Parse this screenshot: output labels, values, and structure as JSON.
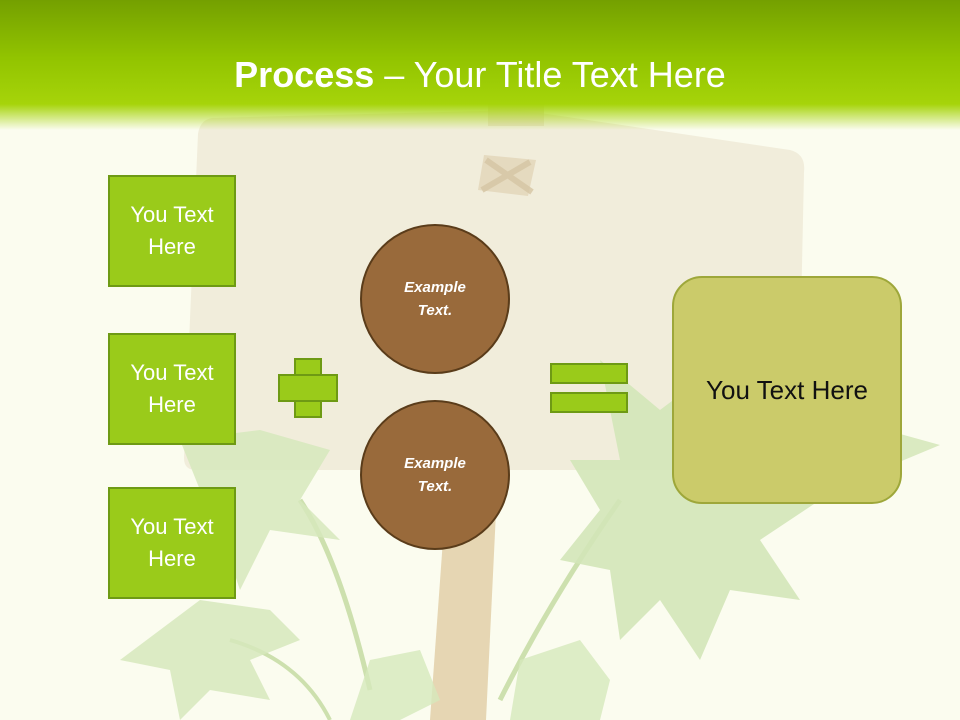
{
  "slide": {
    "title_bold": "Process",
    "title_rest": " – Your Title Text Here",
    "boxes": [
      {
        "line1": "You Text",
        "line2": "Here"
      },
      {
        "line1": "You Text",
        "line2": "Here"
      },
      {
        "line1": "You Text",
        "line2": "Here"
      }
    ],
    "circles": [
      {
        "line1": "Example",
        "line2": "Text."
      },
      {
        "line1": "Example",
        "line2": "Text."
      }
    ],
    "plus_icon": "plus-icon",
    "equals_icon": "equals-icon",
    "result": "You Text Here"
  },
  "colors": {
    "header_green": "#92c400",
    "box_green": "#9acb1a",
    "box_border": "#6e9a14",
    "circle_brown": "#996a3b",
    "result_olive": "#cbcb6a",
    "background": "#fbfcef"
  }
}
